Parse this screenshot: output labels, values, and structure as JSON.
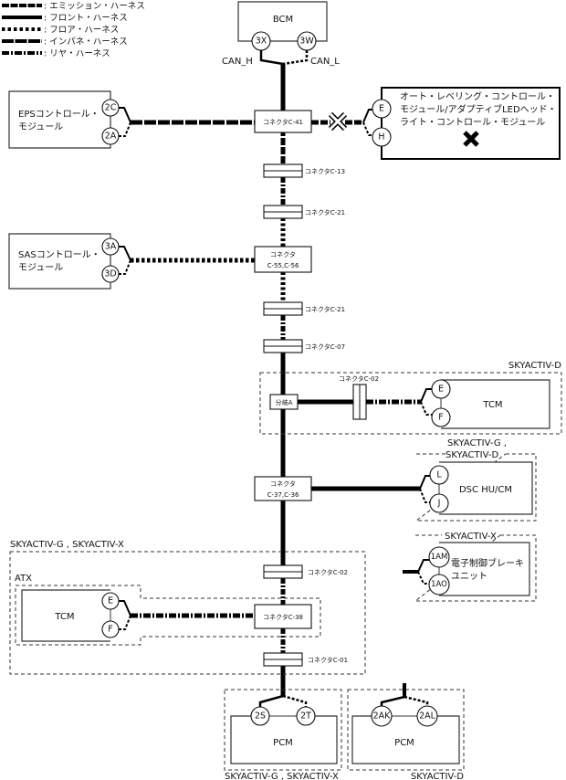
{
  "legend": [
    {
      "style": "emission",
      "label": ": エミッション・ハーネス"
    },
    {
      "style": "front",
      "label": ": フロント・ハーネス"
    },
    {
      "style": "floor",
      "label": ": フロア・ハーネス"
    },
    {
      "style": "instrument",
      "label": ": インパネ・ハーネス"
    },
    {
      "style": "rear",
      "label": ": リヤ・ハーネス"
    }
  ],
  "modules": {
    "bcm": {
      "name": "BCM",
      "pins": [
        "3X",
        "3W"
      ],
      "signals": [
        "CAN_H",
        "CAN_L"
      ]
    },
    "eps": {
      "name_line1": "EPSコントロール・",
      "name_line2": "モジュール",
      "pins": [
        "2C",
        "2A"
      ]
    },
    "headlight": {
      "name_line1": "オート・レベリング・コントロール・",
      "name_line2": "モジュール/アダプティブLEDヘッド・",
      "name_line3": "ライト・コントロール・モジュール",
      "status_mark": "✖"
    },
    "sas": {
      "name_line1": "SASコントロール・",
      "name_line2": "モジュール",
      "pins": [
        "3A",
        "3D"
      ]
    },
    "tcm_d": {
      "name": "TCM",
      "pins": [
        "E",
        "F"
      ]
    },
    "dsc": {
      "name": "DSC HU/CM",
      "pins": [
        "L",
        "J"
      ]
    },
    "ebrake": {
      "name_line1": "電子制御ブレーキ",
      "name_line2": "ユニット",
      "pins": [
        "1AM",
        "1AO"
      ]
    },
    "tcm_atx": {
      "name": "TCM",
      "pins": [
        "E",
        "F"
      ]
    },
    "pcm_gx": {
      "name": "PCM",
      "pins": [
        "2S",
        "2T"
      ]
    },
    "pcm_d": {
      "name": "PCM",
      "pins": [
        "2AK",
        "2AL"
      ]
    }
  },
  "connectors": {
    "c41": "コネクタC-41",
    "c13": "コネクタC-13",
    "c21a": "コネクタC-21",
    "c55_line1": "コネクタ",
    "c55_line2": "C-55,C-56",
    "c21b": "コネクタC-21",
    "c07": "コネクタC-07",
    "branch_a": "分岐A",
    "c02_d": "コネクタC-02",
    "c37_line1": "コネクタ",
    "c37_line2": "C-37,C-36",
    "c02_gx": "コネクタC-02",
    "c38": "コネクタC-38",
    "c01": "コネクタC-01"
  },
  "areas": {
    "skyactiv_d_tcm": "SKYACTIV-D",
    "dsc_line1": "SKYACTIV-G ,",
    "dsc_line2": "SKYACTIV-D",
    "ebrake": "SKYACTIV-X",
    "gx_main": "SKYACTIV-G , SKYACTIV-X",
    "atx": "ATX",
    "pcm_gx": "SKYACTIV-G , SKYACTIV-X",
    "pcm_d": "SKYACTIV-D"
  }
}
